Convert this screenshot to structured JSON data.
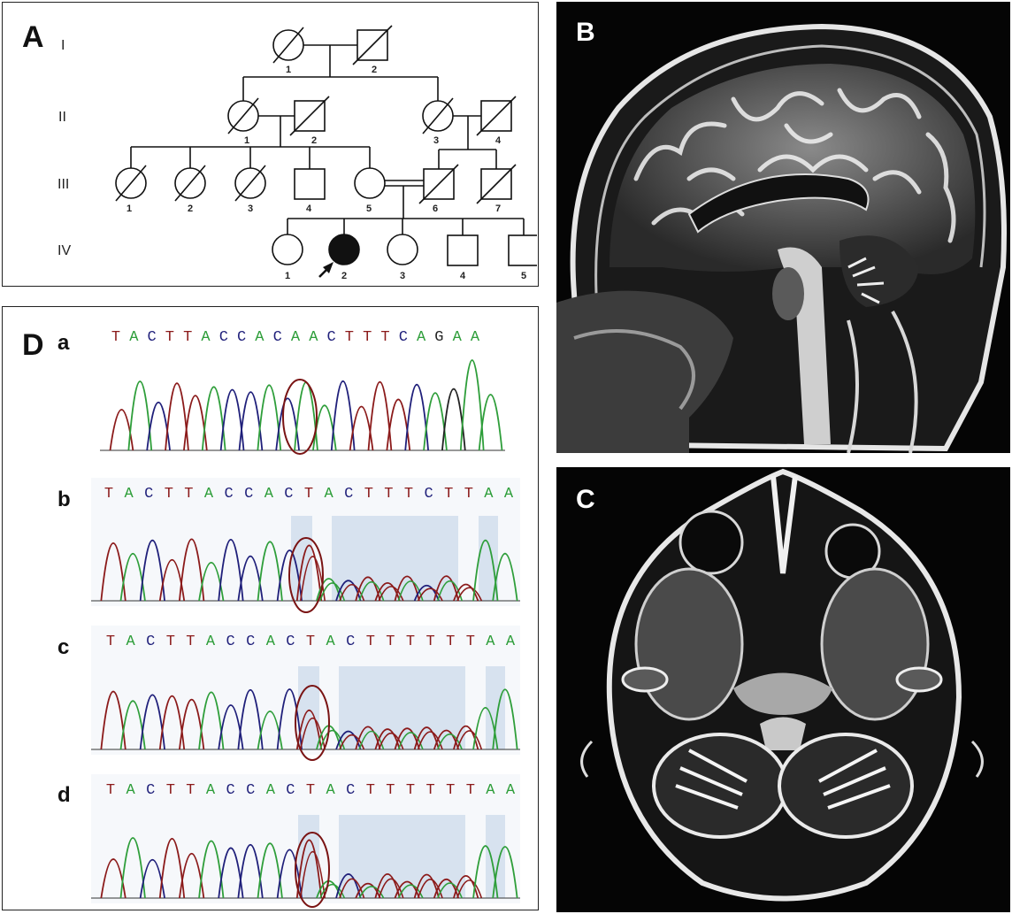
{
  "panel_a": {
    "letter": "A",
    "generations": [
      "I",
      "II",
      "III",
      "IV"
    ],
    "individuals": {
      "I": [
        "1",
        "2"
      ],
      "II": [
        "1",
        "2",
        "3",
        "4"
      ],
      "III": [
        "1",
        "2",
        "3",
        "4",
        "5",
        "6",
        "7"
      ],
      "IV": [
        "1",
        "2",
        "3",
        "4",
        "5"
      ]
    }
  },
  "panel_b": {
    "letter": "B"
  },
  "panel_c": {
    "letter": "C"
  },
  "panel_d": {
    "letter": "D",
    "rows": [
      {
        "label": "a",
        "sequence": "TACTTACCACAACTTTCAGAA"
      },
      {
        "label": "b",
        "sequence": "TACTTACCACTACTTTCTTAA"
      },
      {
        "label": "c",
        "sequence": "TACTTACCACTACTTTTTTAA"
      },
      {
        "label": "d",
        "sequence": "TACTTACCACTACTTTTTTAA"
      }
    ]
  },
  "colors": {
    "A": "#2e9e3a",
    "C": "#1f1f7a",
    "G": "#222222",
    "T": "#8b1a1a",
    "circle": "#7a1414",
    "highlight": "#cfdcec"
  }
}
